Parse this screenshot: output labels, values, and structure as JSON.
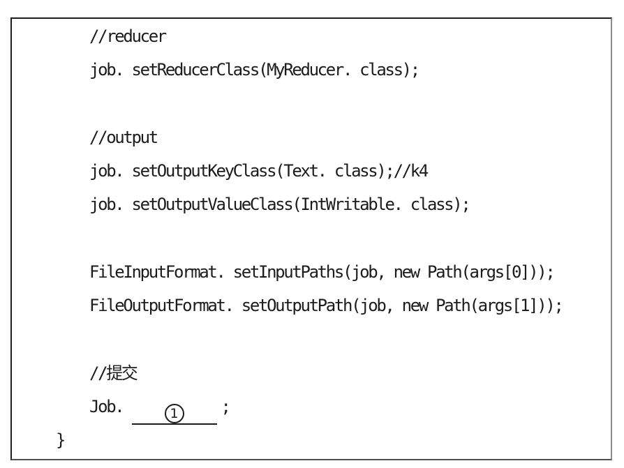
{
  "code_block": {
    "lines": [
      {
        "text": "//reducer"
      },
      {
        "text": "job. setReducerClass(MyReducer. class);"
      },
      {
        "text": ""
      },
      {
        "text": "//output"
      },
      {
        "text": "job. setOutputKeyClass(Text. class);//k4"
      },
      {
        "text": "job. setOutputValueClass(IntWritable. class);"
      },
      {
        "text": ""
      },
      {
        "text": "FileInputFormat. setInputPaths(job, new Path(args[0]));"
      },
      {
        "text": "FileOutputFormat. setOutputPath(job, new Path(args[1]));"
      },
      {
        "text": ""
      },
      {
        "text": "//提交"
      }
    ],
    "submit_line": {
      "prefix": "Job. ",
      "marker": "1",
      "suffix": ";"
    },
    "closing_brace": "}"
  },
  "colors": {
    "text": "#1c1c1c",
    "border_dark": "#1f1f1f",
    "border_right": "#8c8c8c",
    "border_bottom": "#4f4f4f",
    "background": "#ffffff"
  }
}
